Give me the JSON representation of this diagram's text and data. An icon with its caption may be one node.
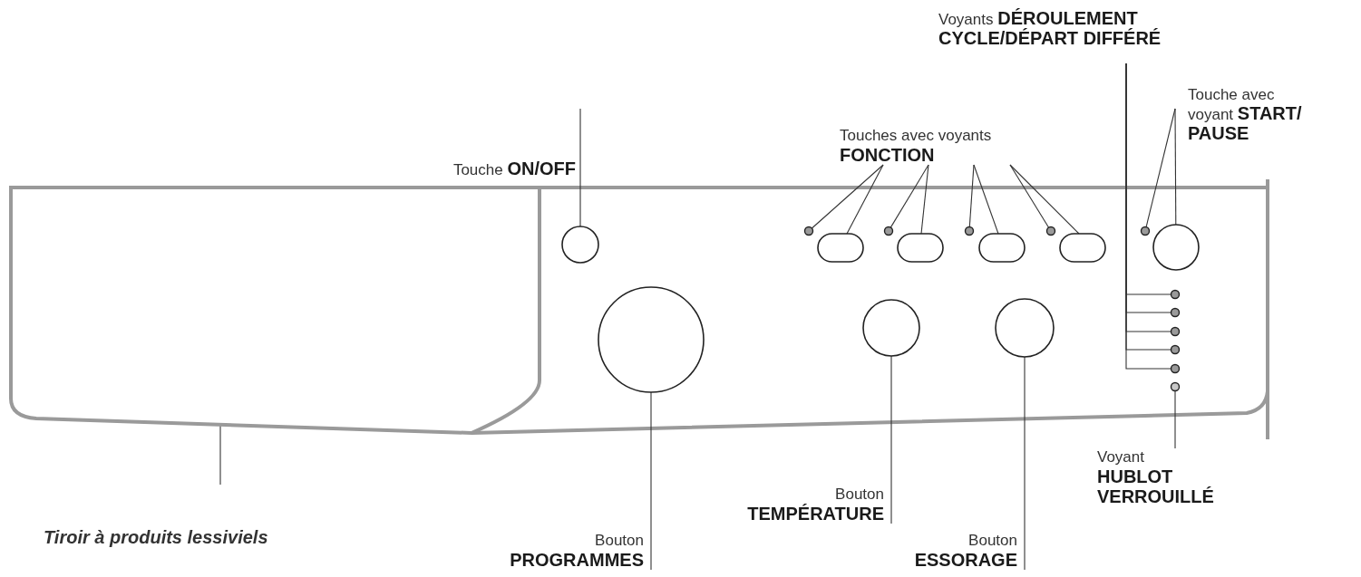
{
  "diagram": {
    "nodes": [
      {
        "text": [
          "Touche **ON/OFF**"
        ]
      },
      {
        "text": [
          "Touches avec voyants **FONCTION**"
        ]
      },
      {
        "text": [
          "Voyants **DÉROULEMENT CYCLE/DÉPART DIFFÉRÉ**"
        ]
      },
      {
        "text": [
          "Touche avec voyant **START/ PAUSE**"
        ]
      },
      {
        "text": [],
        "shape": "box"
      },
      {
        "text": [],
        "shape": "circle"
      },
      {
        "text": [],
        "shape": "circle"
      },
      {
        "text": [],
        "shape": "box"
      },
      {
        "text": [],
        "shape": "circle"
      },
      {
        "text": [],
        "shape": "box"
      },
      {
        "text": [],
        "shape": "circle"
      },
      {
        "text": [],
        "shape": "box"
      },
      {
        "text": [],
        "shape": "circle"
      },
      {
        "text": [],
        "shape": "box"
      },
      {
        "text": [],
        "shape": "circle"
      },
      {
        "text": [],
        "shape": "circle"
      },
      {
        "text": [],
        "shape": "circle"
      },
      {
        "text": [],
        "shape": "circle"
      },
      {
        "text": [],
        "shape": "circle"
      },
      {
        "text": [],
        "shape": "circle"
      },
      {
        "text": [],
        "shape": "circle"
      },
      {
        "text": [],
        "shape": "circle"
      },
      {
        "text": [],
        "shape": "circle"
      },
      {
        "text": [],
        "shape": "circle"
      },
      {
        "text": [],
        "shape": "circle"
      },
      {
        "text": [
          "Tiroir à produits lessiviels"
        ]
      },
      {
        "text": [
          "Bouton **PROGRAMMES**"
        ]
      },
      {
        "text": [
          "Bouton **TEMPÉRATURE**"
        ]
      },
      {
        "text": [
          "Bouton **ESSORAGE**"
        ]
      },
      {
        "text": [
          "Voyant **HUBLOT VERROUILLÉ**"
        ]
      }
    ],
    "edges": [
      {
        "from": 0,
        "to": 5,
        "arrow": "none"
      },
      {
        "from": 1,
        "to": 6,
        "arrow": "none"
      },
      {
        "from": 1,
        "to": 7,
        "arrow": "none"
      },
      {
        "from": 1,
        "to": 8,
        "arrow": "none"
      },
      {
        "from": 1,
        "to": 9,
        "arrow": "none"
      },
      {
        "from": 1,
        "to": 10,
        "arrow": "none"
      },
      {
        "from": 1,
        "to": 11,
        "arrow": "none"
      },
      {
        "from": 1,
        "to": 12,
        "arrow": "none"
      },
      {
        "from": 1,
        "to": 13,
        "arrow": "none"
      },
      {
        "from": 2,
        "to": 16,
        "arrow": "none"
      },
      {
        "from": 2,
        "to": 17,
        "arrow": "none"
      },
      {
        "from": 2,
        "to": 18,
        "arrow": "none"
      },
      {
        "from": 2,
        "to": 19,
        "arrow": "none"
      },
      {
        "from": 2,
        "to": 20,
        "arrow": "none"
      },
      {
        "from": 3,
        "to": 14,
        "arrow": "none"
      },
      {
        "from": 3,
        "to": 15,
        "arrow": "none"
      },
      {
        "from": 25,
        "to": 4,
        "arrow": "none"
      },
      {
        "from": 26,
        "to": 22,
        "arrow": "none"
      },
      {
        "from": 27,
        "to": 23,
        "arrow": "none"
      },
      {
        "from": 28,
        "to": 24,
        "arrow": "none"
      },
      {
        "from": 29,
        "to": 21,
        "arrow": "none"
      }
    ]
  }
}
